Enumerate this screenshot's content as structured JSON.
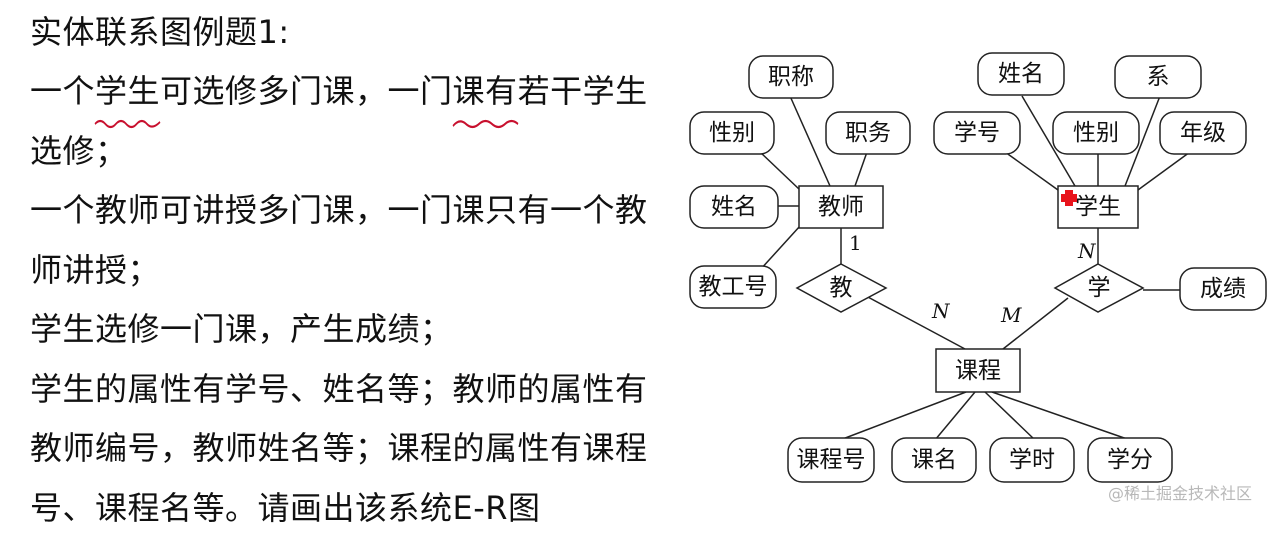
{
  "left_text": {
    "title": "实体联系图例题1:",
    "l1_pre": "一个",
    "l1_mark1": "学生",
    "l1_mid": "可选修多门课，一门",
    "l1_mark2": "课有",
    "l1_post": "若干学生",
    "l2": "选修；",
    "l3": "一个教师可讲授多门课，一门课只有一个教",
    "l4": "师讲授；",
    "l5": "学生选修一门课，产生成绩；",
    "l6": "学生的属性有学号、姓名等；教师的属性有",
    "l7": "教师编号，教师姓名等；课程的属性有课程",
    "l8": "号、课程名等。请画出该系统E-R图"
  },
  "diagram": {
    "entities": {
      "teacher": "教师",
      "student": "学生",
      "course": "课程"
    },
    "relationships": {
      "teach": "教",
      "learn": "学"
    },
    "attributes": {
      "teacher_title": "职称",
      "teacher_gender": "性别",
      "teacher_duty": "职务",
      "teacher_name": "姓名",
      "teacher_id": "教工号",
      "student_name": "姓名",
      "student_dept": "系",
      "student_id": "学号",
      "student_gender": "性别",
      "student_grade": "年级",
      "learn_score": "成绩",
      "course_id": "课程号",
      "course_name": "课名",
      "course_hours": "学时",
      "course_credit": "学分"
    },
    "cardinalities": {
      "teacher_teach": "1",
      "teach_course": "N",
      "student_learn": "N",
      "learn_course": "M"
    }
  },
  "watermark": "@稀土掘金技术社区",
  "colors": {
    "underline": "#c8102e",
    "cursor_marker": "#e8141c",
    "stroke": "#222222"
  }
}
